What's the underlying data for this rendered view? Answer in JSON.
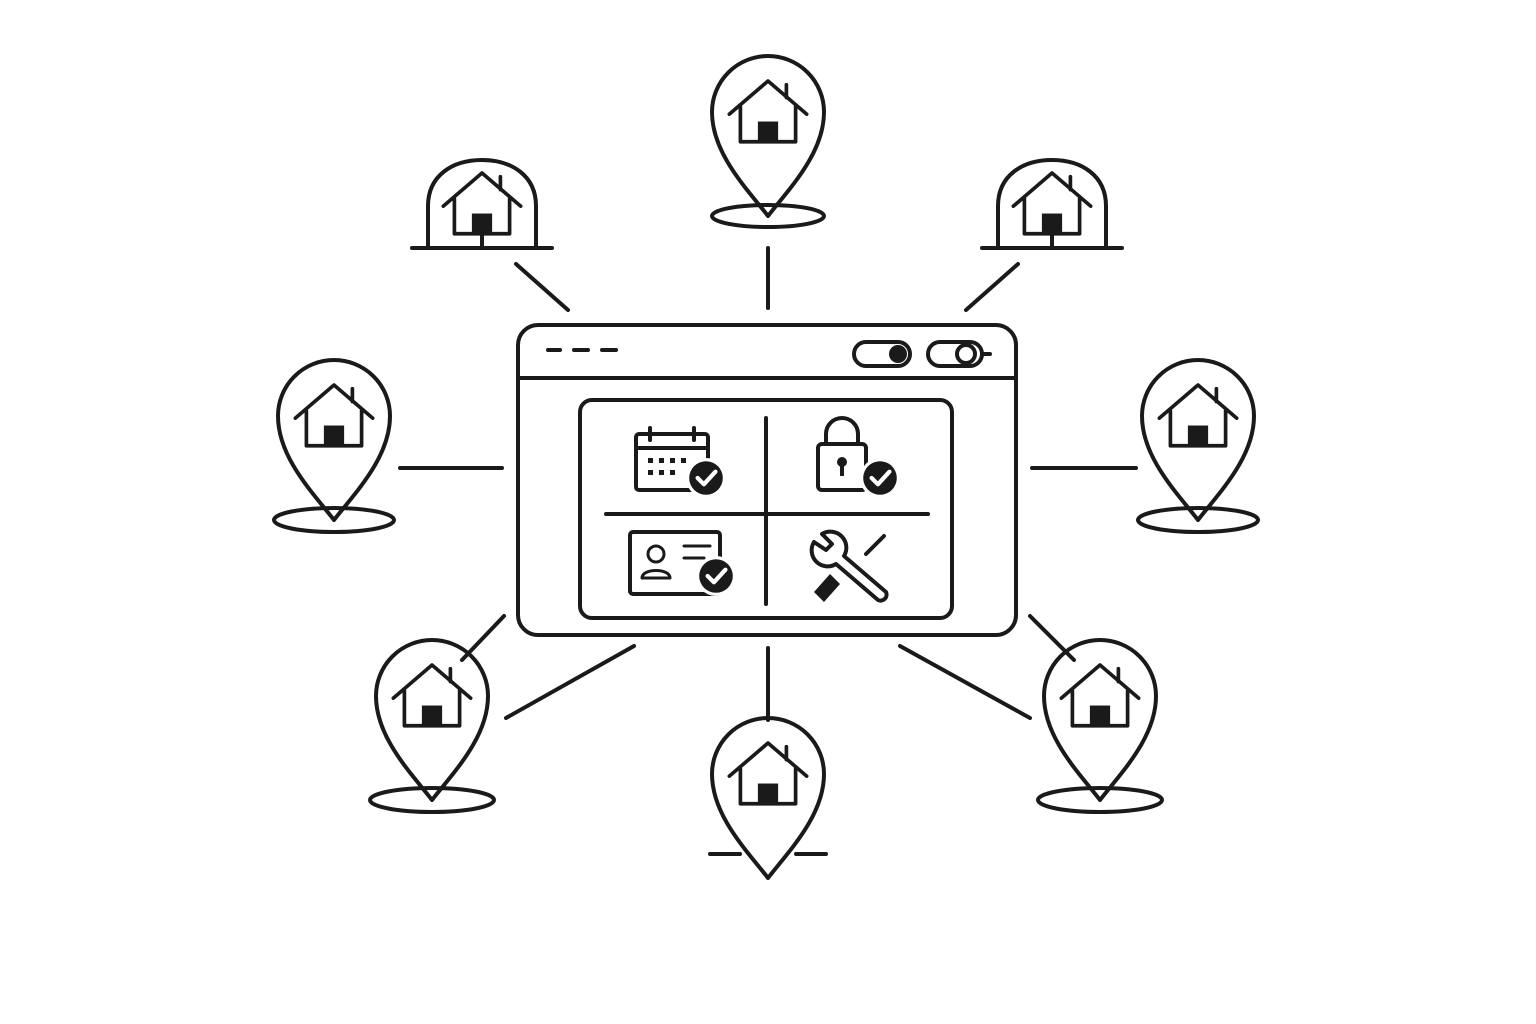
{
  "diagram": {
    "center_window": {
      "icon": "browser-window-icon",
      "titlebar_dashes": 3,
      "toggles": [
        "toggle-icon",
        "toggle-icon"
      ],
      "tiles": [
        {
          "icon": "calendar-check-icon"
        },
        {
          "icon": "lock-check-icon"
        },
        {
          "icon": "id-card-check-icon"
        },
        {
          "icon": "wrench-screwdriver-icon"
        }
      ]
    },
    "nodes": [
      {
        "id": "top",
        "icon": "house-pin-icon"
      },
      {
        "id": "top-left",
        "icon": "house-dome-icon"
      },
      {
        "id": "top-right",
        "icon": "house-dome-icon"
      },
      {
        "id": "left",
        "icon": "house-pin-icon"
      },
      {
        "id": "right",
        "icon": "house-pin-icon"
      },
      {
        "id": "bottom-left",
        "icon": "house-pin-icon"
      },
      {
        "id": "bottom",
        "icon": "house-pin-icon"
      },
      {
        "id": "bottom-right",
        "icon": "house-pin-icon"
      }
    ],
    "colors": {
      "stroke": "#1a1a1a",
      "background": "#ffffff"
    }
  }
}
